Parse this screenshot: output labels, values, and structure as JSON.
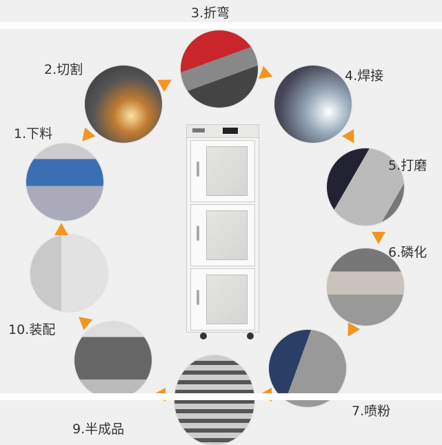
{
  "steps": [
    {
      "label": "1.下料"
    },
    {
      "label": "2.切割"
    },
    {
      "label": "3.折弯"
    },
    {
      "label": "4.焊接"
    },
    {
      "label": "5.打磨"
    },
    {
      "label": "6.磷化"
    },
    {
      "label": "7.喷粉"
    },
    {
      "label": "9.半成品"
    },
    {
      "label": "10.装配"
    }
  ],
  "colors": {
    "arrow": "#f5941f",
    "background": "#f0f0f0"
  }
}
